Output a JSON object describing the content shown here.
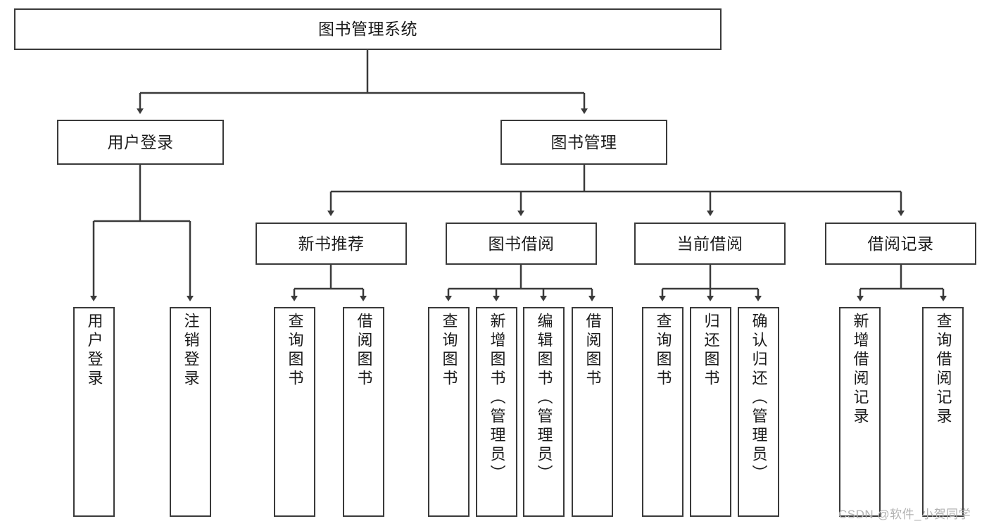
{
  "diagram": {
    "title": "图书管理系统",
    "type": "tree-hierarchy-diagram",
    "colors": {
      "stroke": "#3a3a3a",
      "fill": "#ffffff",
      "text": "#1b1b1b",
      "watermark": "#b3b3b3"
    },
    "root": {
      "label": "图书管理系统"
    },
    "level2": [
      {
        "label": "用户登录"
      },
      {
        "label": "图书管理"
      }
    ],
    "level3": [
      {
        "label": "新书推荐"
      },
      {
        "label": "图书借阅"
      },
      {
        "label": "当前借阅"
      },
      {
        "label": "借阅记录"
      }
    ],
    "leaves": {
      "user_login": [
        {
          "label": "用户登录"
        },
        {
          "label": "注销登录"
        }
      ],
      "new_book_recommend": [
        {
          "label": "查询图书"
        },
        {
          "label": "借阅图书"
        }
      ],
      "book_borrow": [
        {
          "label": "查询图书"
        },
        {
          "label": "新增图书（管理员）"
        },
        {
          "label": "编辑图书（管理员）"
        },
        {
          "label": "借阅图书"
        }
      ],
      "current_borrow": [
        {
          "label": "查询图书"
        },
        {
          "label": "归还图书"
        },
        {
          "label": "确认归还（管理员）"
        }
      ],
      "borrow_record": [
        {
          "label": "新增借阅记录"
        },
        {
          "label": "查询借阅记录"
        }
      ]
    },
    "watermark": "CSDN @软件_小贺同学"
  }
}
